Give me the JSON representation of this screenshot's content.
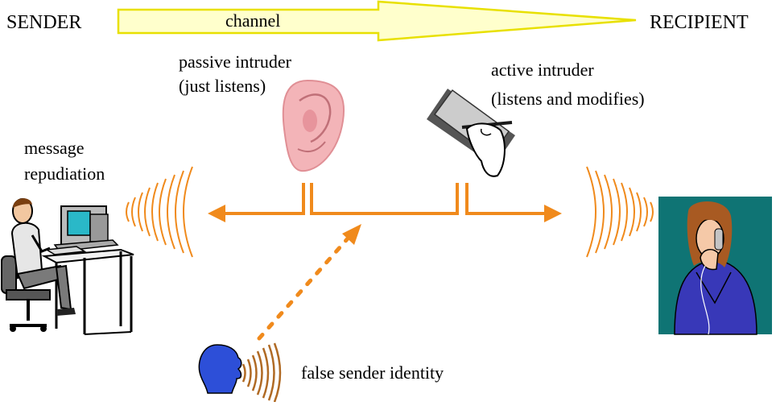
{
  "labels": {
    "sender": "SENDER",
    "recipient": "RECIPIENT",
    "channel": "channel",
    "passive_line1": "passive intruder",
    "passive_line2": "(just listens)",
    "active_line1": "active intruder",
    "active_line2": "(listens and modifies)",
    "repudiation_line1": "message",
    "repudiation_line2": "repudiation",
    "false_sender": "false sender identity"
  },
  "colors": {
    "channel_arrow_fill": "#ffffcc",
    "channel_arrow_stroke": "#e8e000",
    "flow": "#f08a1c",
    "recipient_bg": "#0f7474",
    "recipient_jacket": "#3838b8",
    "ear": "#f3b4b8",
    "head_profile": "#2d4fd8"
  },
  "icons": {
    "sender": "person-at-computer-icon",
    "recipient": "woman-on-phone-icon",
    "passive": "ear-icon",
    "active": "hand-writing-notepad-icon",
    "impostor": "speaking-head-icon"
  }
}
